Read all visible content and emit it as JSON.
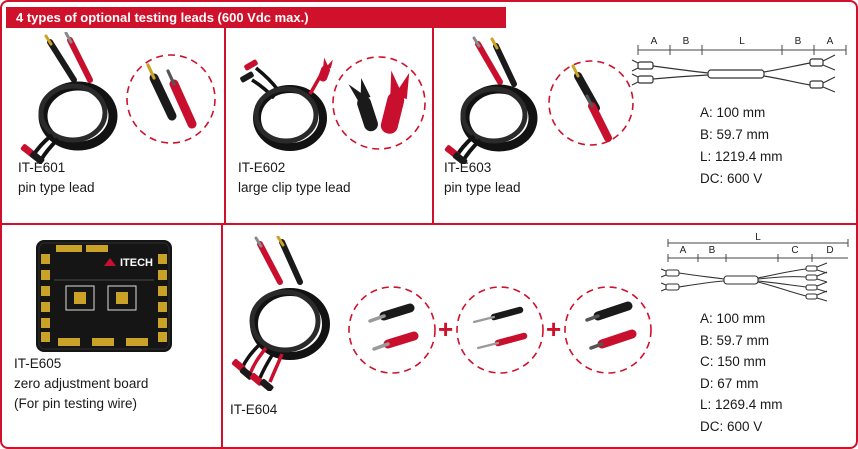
{
  "header": {
    "title": "4 types of optional testing leads (600 Vdc max.)"
  },
  "colors": {
    "accent_red": "#d0112b",
    "probe_red": "#c8102e",
    "gold": "#c9a227",
    "board_black": "#151515"
  },
  "top": {
    "products": [
      {
        "model": "IT-E601",
        "type": "pin type lead"
      },
      {
        "model": "IT-E602",
        "type": "large clip type lead"
      },
      {
        "model": "IT-E603",
        "type": "pin type lead"
      }
    ],
    "diagram": {
      "seg": [
        "A",
        "B",
        "L",
        "B",
        "A"
      ],
      "specs": [
        "A: 100 mm",
        "B: 59.7 mm",
        "L: 1219.4 mm",
        "DC: 600 V"
      ]
    }
  },
  "bottom": {
    "board": {
      "model": "IT-E605",
      "desc_line1": "zero adjustment board",
      "desc_line2": "(For pin testing wire)",
      "brand": "ITECH"
    },
    "lead": {
      "model": "IT-E604",
      "plus": "+"
    },
    "diagram": {
      "seg": [
        "L",
        "A",
        "B",
        "C",
        "D"
      ],
      "specs": [
        "A: 100 mm",
        "B: 59.7 mm",
        "C: 150 mm",
        "D: 67 mm",
        "L: 1269.4 mm",
        "DC: 600 V"
      ]
    }
  }
}
